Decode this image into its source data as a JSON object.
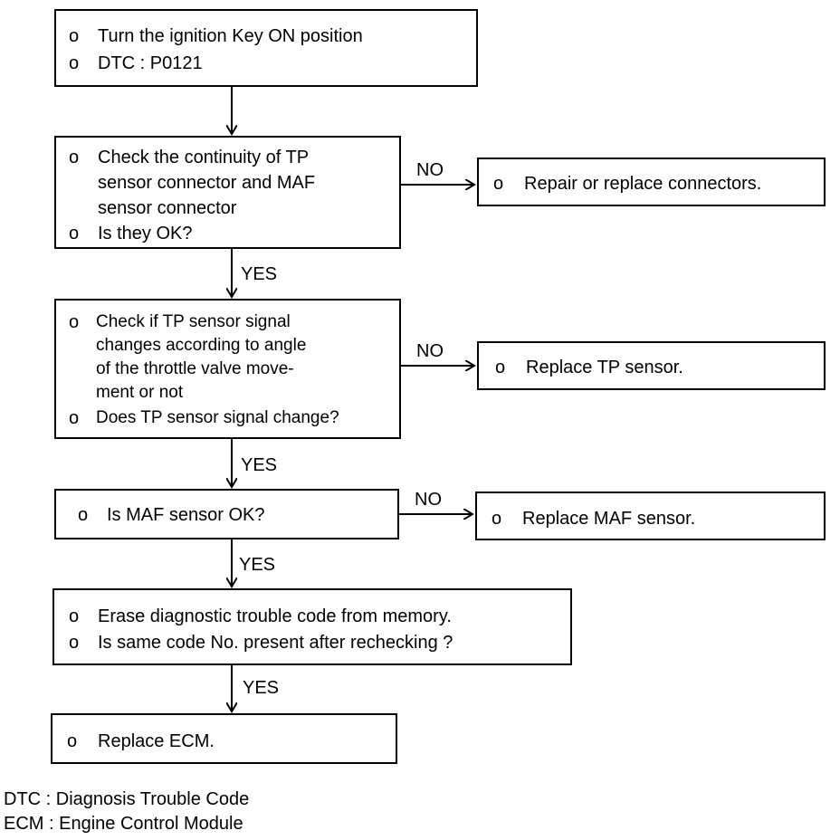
{
  "bullet": "o",
  "steps": {
    "start": [
      "Turn the ignition Key ON position",
      "DTC : P0121"
    ],
    "check_continuity": [
      "Check the continuity of TP",
      "sensor connector and MAF",
      "sensor connector",
      "Is they OK?"
    ],
    "check_tp_signal": [
      "Check if TP sensor signal",
      "changes according to angle",
      "of the throttle valve move-",
      "ment or not",
      "Does TP sensor signal change?"
    ],
    "check_maf": [
      "Is MAF sensor OK?"
    ],
    "erase_dtc": [
      "Erase diagnostic trouble code from memory.",
      "Is same code No. present after rechecking ?"
    ],
    "replace_ecm": [
      "Replace ECM."
    ]
  },
  "actions": {
    "repair_connectors": "Repair or replace connectors.",
    "replace_tp": "Replace TP sensor.",
    "replace_maf": "Replace MAF sensor."
  },
  "branch_labels": {
    "yes": "YES",
    "no": "NO"
  },
  "legend": [
    "DTC : Diagnosis Trouble Code",
    "ECM : Engine Control Module"
  ]
}
